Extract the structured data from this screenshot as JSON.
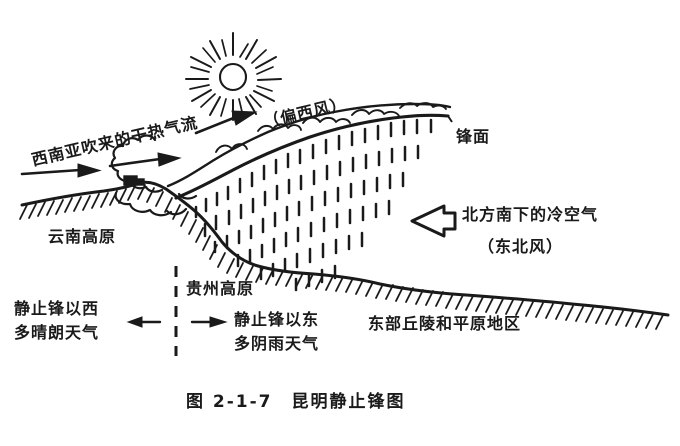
{
  "figure": {
    "type": "hand-drawn cross-section diagram",
    "caption": "图 2-1-7　昆明静止锋图",
    "background_color": "#ffffff",
    "ink_color": "#1a1a1a"
  },
  "labels": {
    "warm_air_flow": "西南亚吹来的干热气流",
    "westerly_wind": "（偏西风）",
    "front_surface": "锋面",
    "cold_air": "北方南下的冷空气",
    "northeast_wind": "（东北风）",
    "yunnan_plateau": "云南高原",
    "guizhou_plateau": "贵州高原",
    "west_of_front_line1": "静止锋以西",
    "west_of_front_line2": "多晴朗天气",
    "east_of_front_line1": "静止锋以东",
    "east_of_front_line2": "多阴雨天气",
    "eastern_region": "东部丘陵和平原地区"
  },
  "icons": {
    "sun": "sun-icon",
    "rain": "rain-dashes-icon",
    "cloud": "cloud-icon",
    "arrow_right": "arrow-right-icon",
    "arrow_left": "arrow-left-icon",
    "hatching": "terrain-hatching-icon",
    "dashed_divider": "dashed-vertical-line-icon",
    "building": "building-icon"
  },
  "chart_data": {
    "type": "diagram",
    "title": "图 2-1-7　昆明静止锋图",
    "annotations": [
      "西南亚吹来的干热气流",
      "（偏西风）",
      "锋面",
      "北方南下的冷空气",
      "（东北风）",
      "云南高原",
      "贵州高原",
      "静止锋以西 多晴朗天气",
      "静止锋以东 多阴雨天气",
      "东部丘陵和平原地区"
    ]
  }
}
